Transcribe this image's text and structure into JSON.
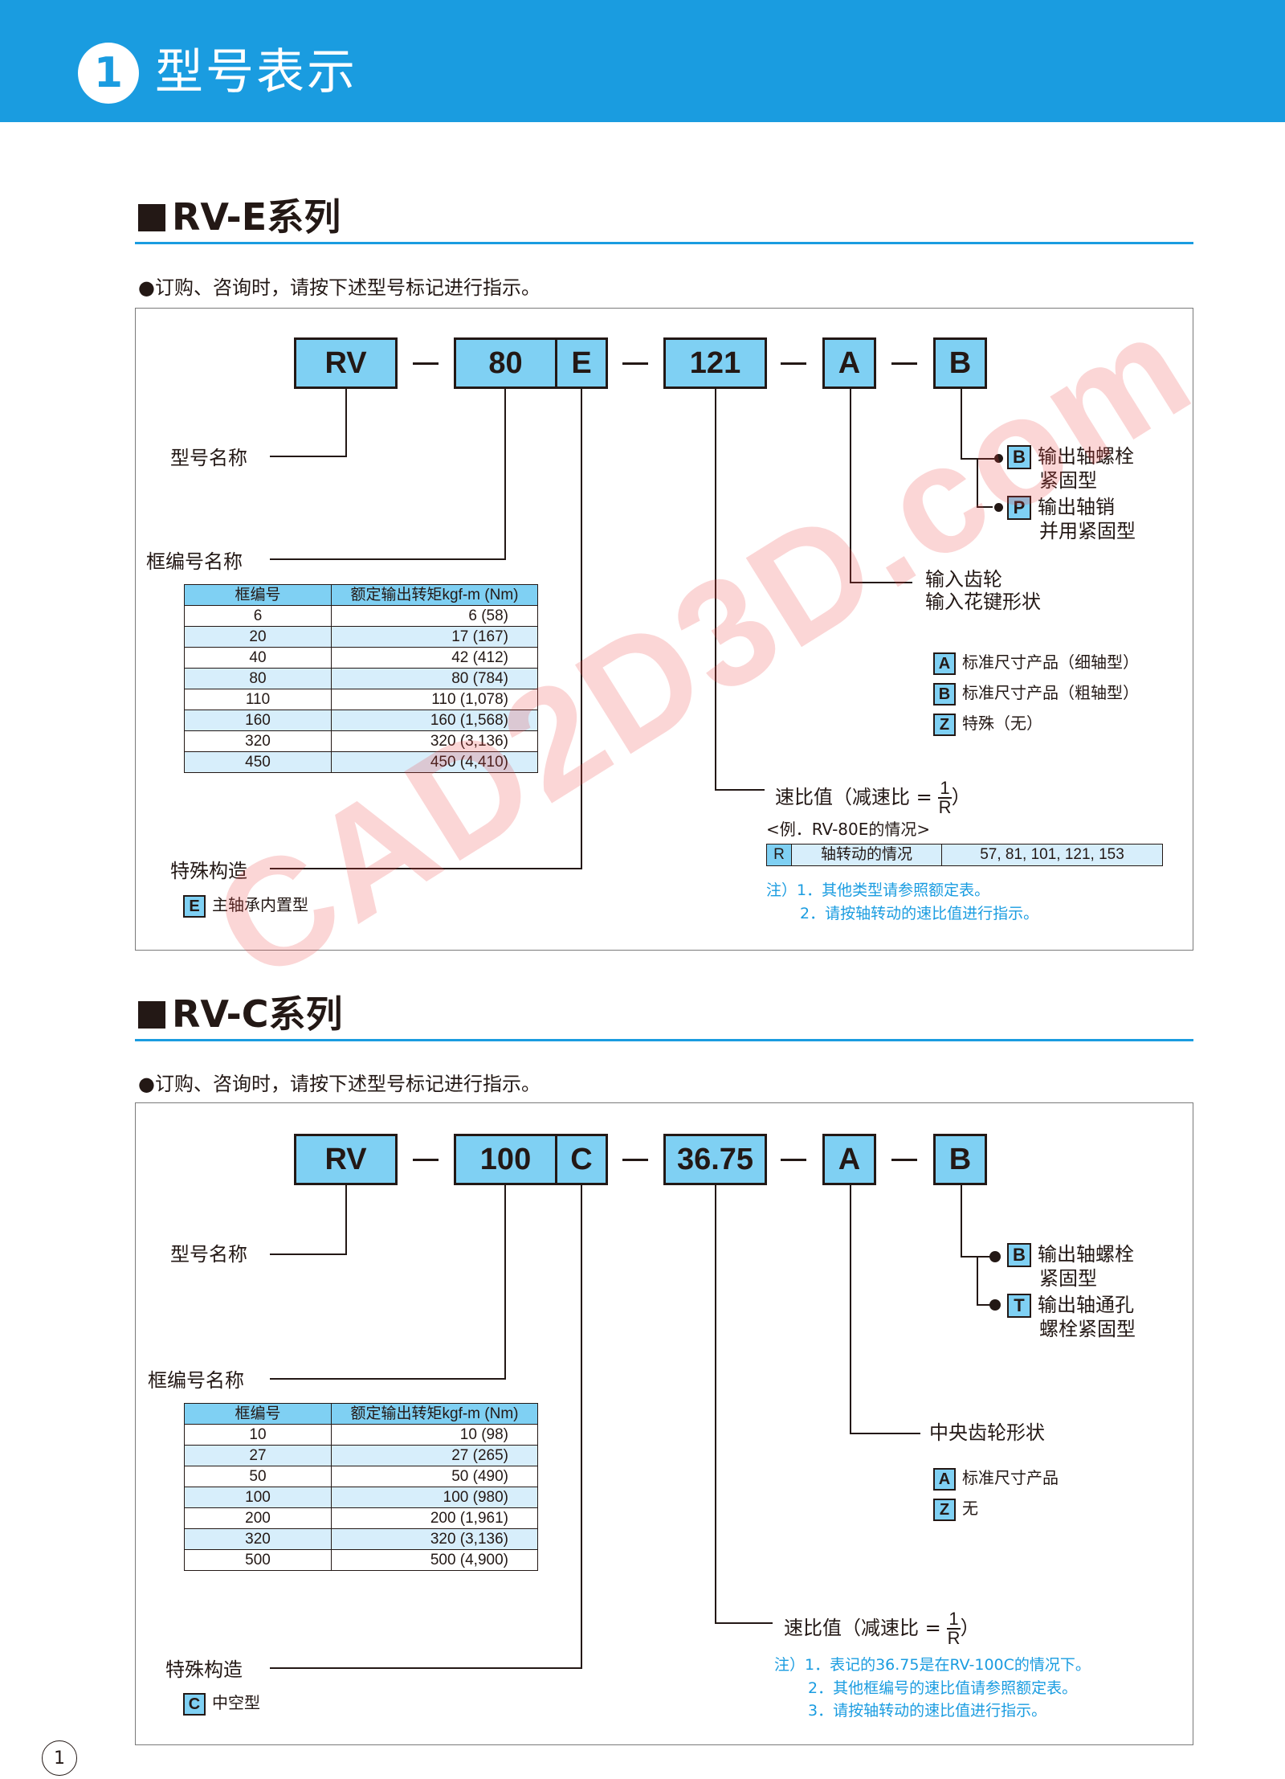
{
  "header": {
    "number": "1",
    "title": "型号表示"
  },
  "sections": [
    {
      "title": "RV-E系列",
      "intro": "●订购、咨询时，请按下述型号标记进行指示。",
      "codes": [
        "RV",
        "80",
        "E",
        "121",
        "A",
        "B"
      ],
      "labels": {
        "model_name": "型号名称",
        "frame_number": "框编号名称",
        "special_structure": "特殊构造",
        "input_gear": "输入齿轮",
        "input_gear_line2": "输入花键形状",
        "speed_ratio": "速比值（减速比 =",
        "speed_ratio_num": "1",
        "speed_ratio_den": "R",
        "speed_ratio_close": "）"
      },
      "output_options": [
        {
          "code": "B",
          "line1": "输出轴螺栓",
          "line2": "紧固型"
        },
        {
          "code": "P",
          "line1": "输出轴销",
          "line2": "并用紧固型"
        }
      ],
      "input_options": [
        {
          "code": "A",
          "text": "标准尺寸产品（细轴型）"
        },
        {
          "code": "B",
          "text": "标准尺寸产品（粗轴型）"
        },
        {
          "code": "Z",
          "text": "特殊（无）"
        }
      ],
      "special_option": {
        "code": "E",
        "text": "主轴承内置型"
      },
      "table": {
        "headers": [
          "框编号",
          "额定输出转矩kgf-m (Nm)"
        ],
        "rows": [
          [
            "6",
            "6    (58)"
          ],
          [
            "20",
            "17   (167)"
          ],
          [
            "40",
            "42   (412)"
          ],
          [
            "80",
            "80   (784)"
          ],
          [
            "110",
            "110 (1,078)"
          ],
          [
            "160",
            "160 (1,568)"
          ],
          [
            "320",
            "320 (3,136)"
          ],
          [
            "450",
            "450 (4,410)"
          ]
        ]
      },
      "example": "<例．RV-80E的情况>",
      "ratio_row": [
        "R",
        "轴转动的情况",
        "57, 81, 101, 121, 153"
      ],
      "notes": [
        "注）1．其他类型请参照额定表。",
        "2．请按轴转动的速比值进行指示。"
      ]
    },
    {
      "title": "RV-C系列",
      "intro": "●订购、咨询时，请按下述型号标记进行指示。",
      "codes": [
        "RV",
        "100",
        "C",
        "36.75",
        "A",
        "B"
      ],
      "labels": {
        "model_name": "型号名称",
        "frame_number": "框编号名称",
        "special_structure": "特殊构造",
        "input_gear": "中央齿轮形状",
        "speed_ratio": "速比值（减速比 =",
        "speed_ratio_num": "1",
        "speed_ratio_den": "R",
        "speed_ratio_close": "）"
      },
      "output_options": [
        {
          "code": "B",
          "line1": "输出轴螺栓",
          "line2": "紧固型"
        },
        {
          "code": "T",
          "line1": "输出轴通孔",
          "line2": "螺栓紧固型"
        }
      ],
      "input_options": [
        {
          "code": "A",
          "text": "标准尺寸产品"
        },
        {
          "code": "Z",
          "text": "无"
        }
      ],
      "special_option": {
        "code": "C",
        "text": "中空型"
      },
      "table": {
        "headers": [
          "框编号",
          "额定输出转矩kgf-m (Nm)"
        ],
        "rows": [
          [
            "10",
            "10    (98)"
          ],
          [
            "27",
            "27   (265)"
          ],
          [
            "50",
            "50   (490)"
          ],
          [
            "100",
            "100   (980)"
          ],
          [
            "200",
            "200 (1,961)"
          ],
          [
            "320",
            "320 (3,136)"
          ],
          [
            "500",
            "500 (4,900)"
          ]
        ]
      },
      "notes": [
        "注）1．表记的36.75是在RV-100C的情况下。",
        "2．其他框编号的速比值请参照额定表。",
        "3．请按轴转动的速比值进行指示。"
      ]
    }
  ],
  "watermark": "CAD2D3D.com",
  "page_number": "1"
}
